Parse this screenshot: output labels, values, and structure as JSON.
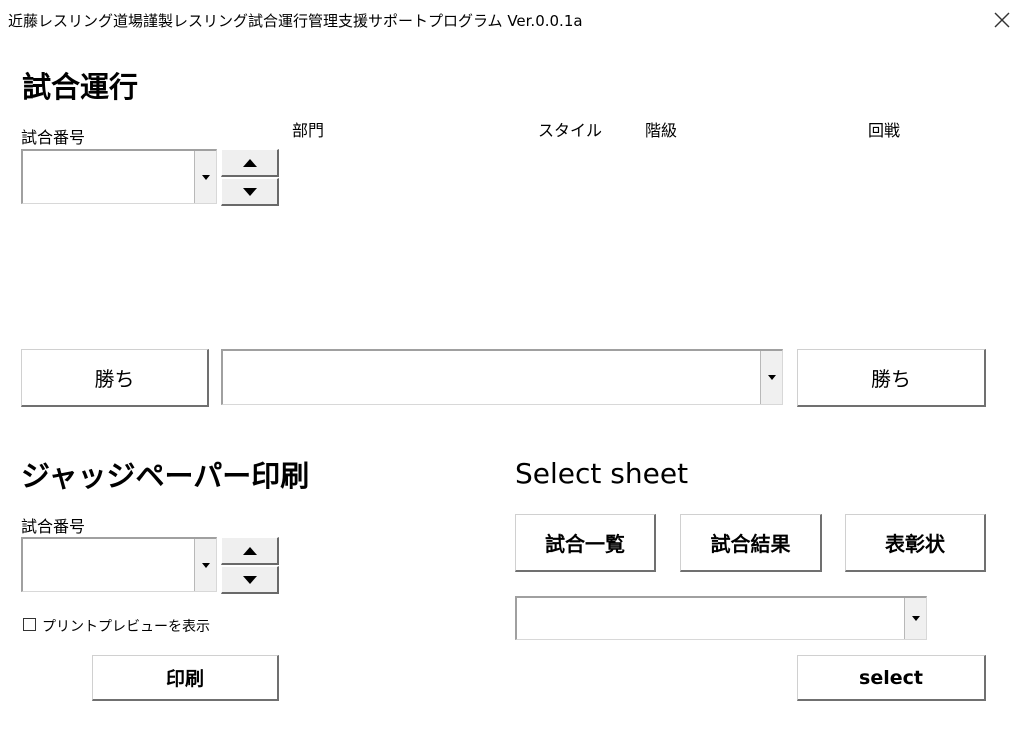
{
  "window": {
    "title": "近藤レスリング道場謹製レスリング試合運行管理支援サポートプログラム Ver.0.0.1a",
    "close_icon": "close-icon"
  },
  "match_operation": {
    "heading": "試合運行",
    "match_number_label": "試合番号",
    "match_number_value": "",
    "columns": {
      "division": "部門",
      "style": "スタイル",
      "weight_class": "階級",
      "round": "回戦"
    },
    "win_left_label": "勝ち",
    "win_right_label": "勝ち",
    "result_value": ""
  },
  "judge_paper": {
    "heading": "ジャッジペーパー印刷",
    "match_number_label": "試合番号",
    "match_number_value": "",
    "preview_label": "プリントプレビューを表示",
    "preview_checked": false,
    "print_label": "印刷"
  },
  "select_sheet": {
    "heading": "Select sheet",
    "buttons": [
      "試合一覧",
      "試合結果",
      "表彰状"
    ],
    "sheet_value": "",
    "select_label": "select"
  }
}
